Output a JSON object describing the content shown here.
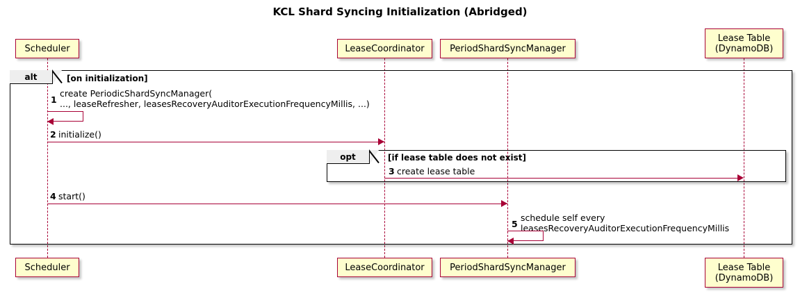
{
  "title": "KCL Shard Syncing Initialization (Abridged)",
  "colors": {
    "participant_fill": "#FEFECE",
    "participant_border": "#A80036",
    "arrow": "#A80036",
    "fragment_border": "#000000",
    "fragment_tab_fill": "#EEEEEE",
    "background": "#FFFFFF"
  },
  "participants": [
    {
      "id": "scheduler",
      "lines": [
        "Scheduler"
      ]
    },
    {
      "id": "lease-coordinator",
      "lines": [
        "LeaseCoordinator"
      ]
    },
    {
      "id": "period-shard-sync-manager",
      "lines": [
        "PeriodShardSyncManager"
      ]
    },
    {
      "id": "lease-table",
      "lines": [
        "Lease Table",
        "(DynamoDB)"
      ]
    }
  ],
  "fragments": [
    {
      "id": "alt",
      "type": "alt",
      "operator": "alt",
      "guard": "[on initialization]"
    },
    {
      "id": "opt",
      "type": "opt",
      "operator": "opt",
      "guard": "[if lease table does not exist]"
    }
  ],
  "messages": [
    {
      "number": "1",
      "from": "scheduler",
      "to": "scheduler",
      "self": true,
      "lines": [
        "create PeriodicShardSyncManager(",
        "   ..., leaseRefresher, leasesRecoveryAuditorExecutionFrequencyMillis, ...)"
      ]
    },
    {
      "number": "2",
      "from": "scheduler",
      "to": "lease-coordinator",
      "self": false,
      "lines": [
        "initialize()"
      ]
    },
    {
      "number": "3",
      "from": "lease-coordinator",
      "to": "lease-table",
      "self": false,
      "lines": [
        "create lease table"
      ]
    },
    {
      "number": "4",
      "from": "scheduler",
      "to": "period-shard-sync-manager",
      "self": false,
      "lines": [
        "start()"
      ]
    },
    {
      "number": "5",
      "from": "period-shard-sync-manager",
      "to": "period-shard-sync-manager",
      "self": true,
      "lines": [
        "schedule self every",
        "   leasesRecoveryAuditorExecutionFrequencyMillis"
      ]
    }
  ]
}
